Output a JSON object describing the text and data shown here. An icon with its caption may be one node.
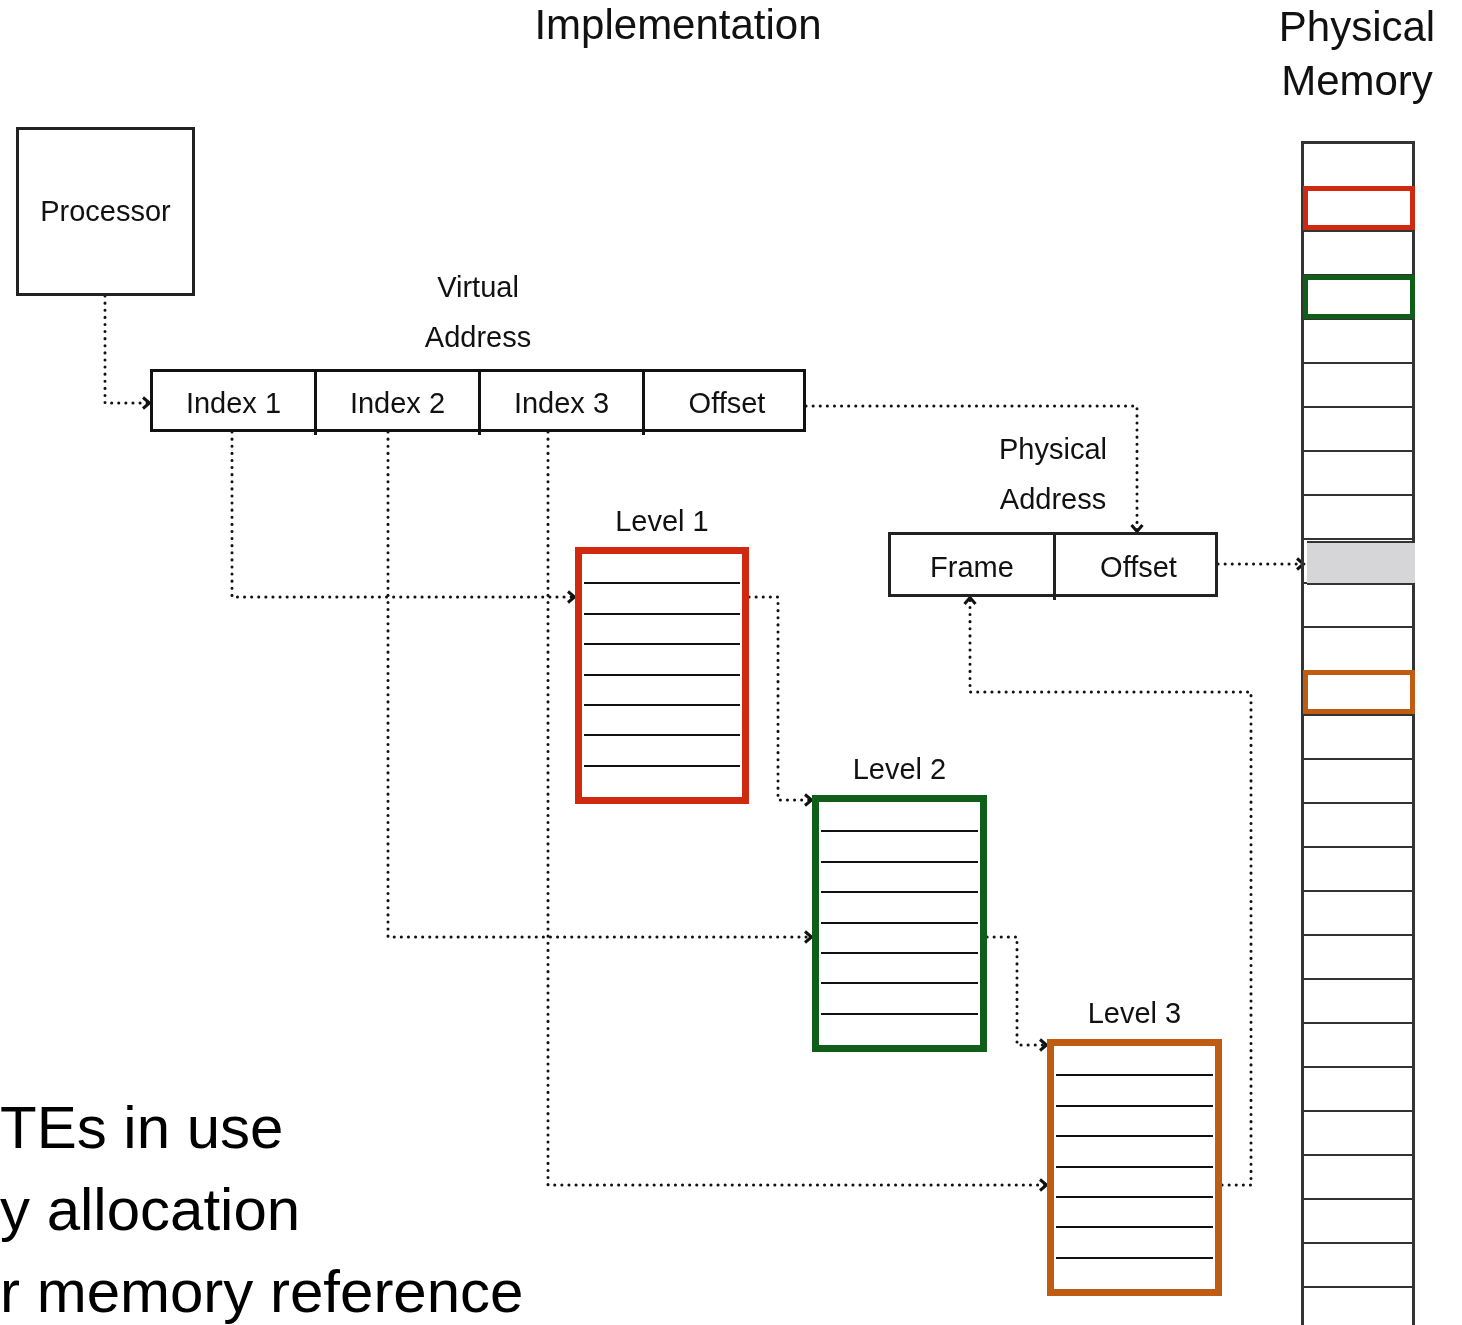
{
  "diagram": {
    "title": "Implementation",
    "nodes": [
      {
        "text": [
          "Processor"
        ]
      },
      {
        "text": [
          "Virtual Address"
        ]
      },
      {
        "text": [
          "Index 1"
        ],
        "in": 1
      },
      {
        "text": [
          "Index 2"
        ],
        "in": 1
      },
      {
        "text": [
          "Index 3"
        ],
        "in": 1
      },
      {
        "text": [
          "Offset"
        ],
        "in": 1
      },
      {
        "text": [
          "Level 1"
        ]
      },
      {
        "text": [
          "Level 2"
        ]
      },
      {
        "text": [
          "Level 3"
        ]
      },
      {
        "text": [
          "Physical Address"
        ]
      },
      {
        "text": [
          "Frame"
        ],
        "in": 9
      },
      {
        "text": [
          "Offset"
        ],
        "in": 9
      },
      {
        "text": [
          "Physical Memory"
        ]
      },
      {
        "text": [],
        "shape": "box",
        "in": 12
      }
    ],
    "edges": [
      {
        "from": 0,
        "to": 2,
        "arrow": "to"
      },
      {
        "from": 2,
        "to": 6,
        "arrow": "to"
      },
      {
        "from": 6,
        "to": 7,
        "arrow": "to"
      },
      {
        "from": 3,
        "to": 7,
        "arrow": "to"
      },
      {
        "from": 7,
        "to": 8,
        "arrow": "to"
      },
      {
        "from": 4,
        "to": 8,
        "arrow": "to"
      },
      {
        "from": 8,
        "to": 10,
        "arrow": "to"
      },
      {
        "from": 5,
        "to": 11,
        "arrow": "to"
      },
      {
        "from": 11,
        "to": 13,
        "arrow": "to"
      }
    ],
    "labels": [
      "TEs in use",
      "y allocation",
      "r memory reference"
    ]
  }
}
